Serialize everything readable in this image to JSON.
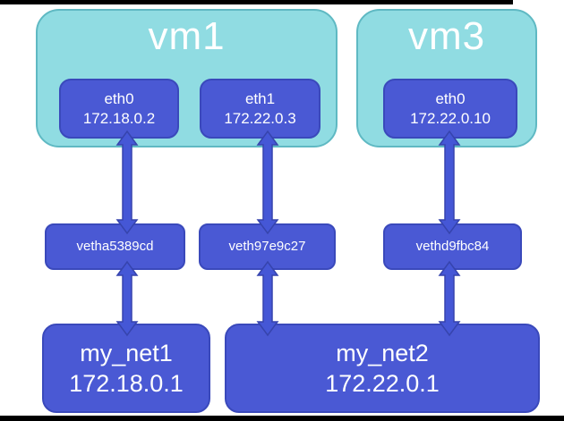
{
  "colors": {
    "background": "#ffffff",
    "vm_fill": "#90dce2",
    "vm_border": "#5fb9c3",
    "node_fill": "#4a59d4",
    "node_border": "#3a49bb",
    "arrow_fill": "#4557d6",
    "arrow_stroke": "#3644ad",
    "text": "#ffffff",
    "edge_bar": "#000000"
  },
  "vms": [
    {
      "name": "vm1",
      "interfaces": [
        {
          "name": "eth0",
          "ip": "172.18.0.2"
        },
        {
          "name": "eth1",
          "ip": "172.22.0.3"
        }
      ]
    },
    {
      "name": "vm3",
      "interfaces": [
        {
          "name": "eth0",
          "ip": "172.22.0.10"
        }
      ]
    }
  ],
  "veth_interfaces": [
    {
      "name": "vetha5389cd"
    },
    {
      "name": "veth97e9c27"
    },
    {
      "name": "vethd9fbc84"
    }
  ],
  "networks": [
    {
      "name": "my_net1",
      "gateway_ip": "172.18.0.1"
    },
    {
      "name": "my_net2",
      "gateway_ip": "172.22.0.1"
    }
  ],
  "connections": [
    {
      "from": "vm1 eth0",
      "to": "vetha5389cd",
      "style": "double-arrow"
    },
    {
      "from": "vm1 eth1",
      "to": "veth97e9c27",
      "style": "double-arrow"
    },
    {
      "from": "vm3 eth0",
      "to": "vethd9fbc84",
      "style": "double-arrow"
    },
    {
      "from": "vetha5389cd",
      "to": "my_net1",
      "style": "double-arrow"
    },
    {
      "from": "veth97e9c27",
      "to": "my_net2",
      "style": "double-arrow"
    },
    {
      "from": "vethd9fbc84",
      "to": "my_net2",
      "style": "double-arrow"
    }
  ]
}
